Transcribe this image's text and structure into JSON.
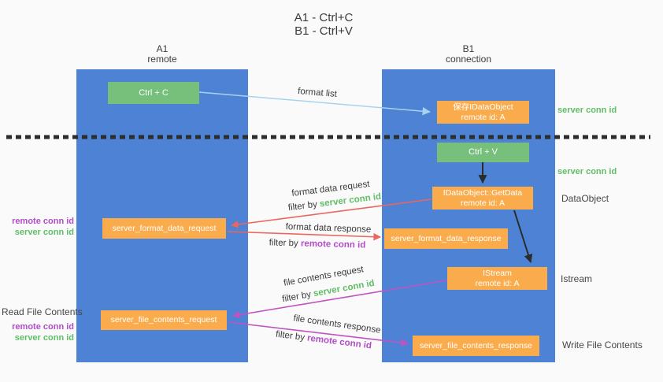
{
  "title": {
    "line1": "A1 - Ctrl+C",
    "line2": "B1 - Ctrl+V"
  },
  "lanes": {
    "left": {
      "name": "A1",
      "role": "remote"
    },
    "right": {
      "name": "B1",
      "role": "connection"
    }
  },
  "nodes": {
    "ctrl_c": {
      "label": "Ctrl + C"
    },
    "save_dataobject": {
      "line1": "保存IDataObject",
      "line2": "remote id: A"
    },
    "ctrl_v": {
      "label": "Ctrl + V"
    },
    "getdata": {
      "line1": "IDataObject::GetData",
      "line2": "remote id: A"
    },
    "server_format_data_request": {
      "label": "server_format_data_request"
    },
    "server_format_data_response": {
      "label": "server_format_data_response"
    },
    "istream": {
      "line1": "IStream",
      "line2": "remote id: A"
    },
    "server_file_contents_request": {
      "label": "server_file_contents_request"
    },
    "server_file_contents_response": {
      "label": "server_file_contents_response"
    }
  },
  "edges": {
    "format_list": "format list",
    "format_data_request": "format data request",
    "format_data_response": "format data response",
    "file_contents_request": "file contents request",
    "file_contents_response": "file contents response",
    "filter_by": "filter by ",
    "server_conn_id": "server conn id",
    "remote_conn_id": "remote conn id"
  },
  "annotations": {
    "right_server_conn_1": "server conn id",
    "right_server_conn_2": "server conn id",
    "dataobject": "DataObject",
    "istream": "Istream",
    "write_file_contents": "Write File Contents",
    "left_remote_conn_1": "remote conn id",
    "left_server_conn_1": "server conn id",
    "read_file_contents": "Read File Contents",
    "left_remote_conn_2": "remote conn id",
    "left_server_conn_2": "server conn id"
  },
  "colors": {
    "lane_blue": "#4d82d4",
    "node_green": "#76c07c",
    "node_orange": "#faac4d",
    "arrow_red": "#e8675f",
    "arrow_magenta": "#bf54c1",
    "arrow_light_blue": "#a8d3f0",
    "arrow_black": "#2b2b2b",
    "dotted_line": "#2d2d2d",
    "text_green": "#5fbe66",
    "text_purple": "#b24dc8",
    "text_dark": "#3b3b3b",
    "text_gray": "#474747",
    "background": "#fafafa"
  }
}
